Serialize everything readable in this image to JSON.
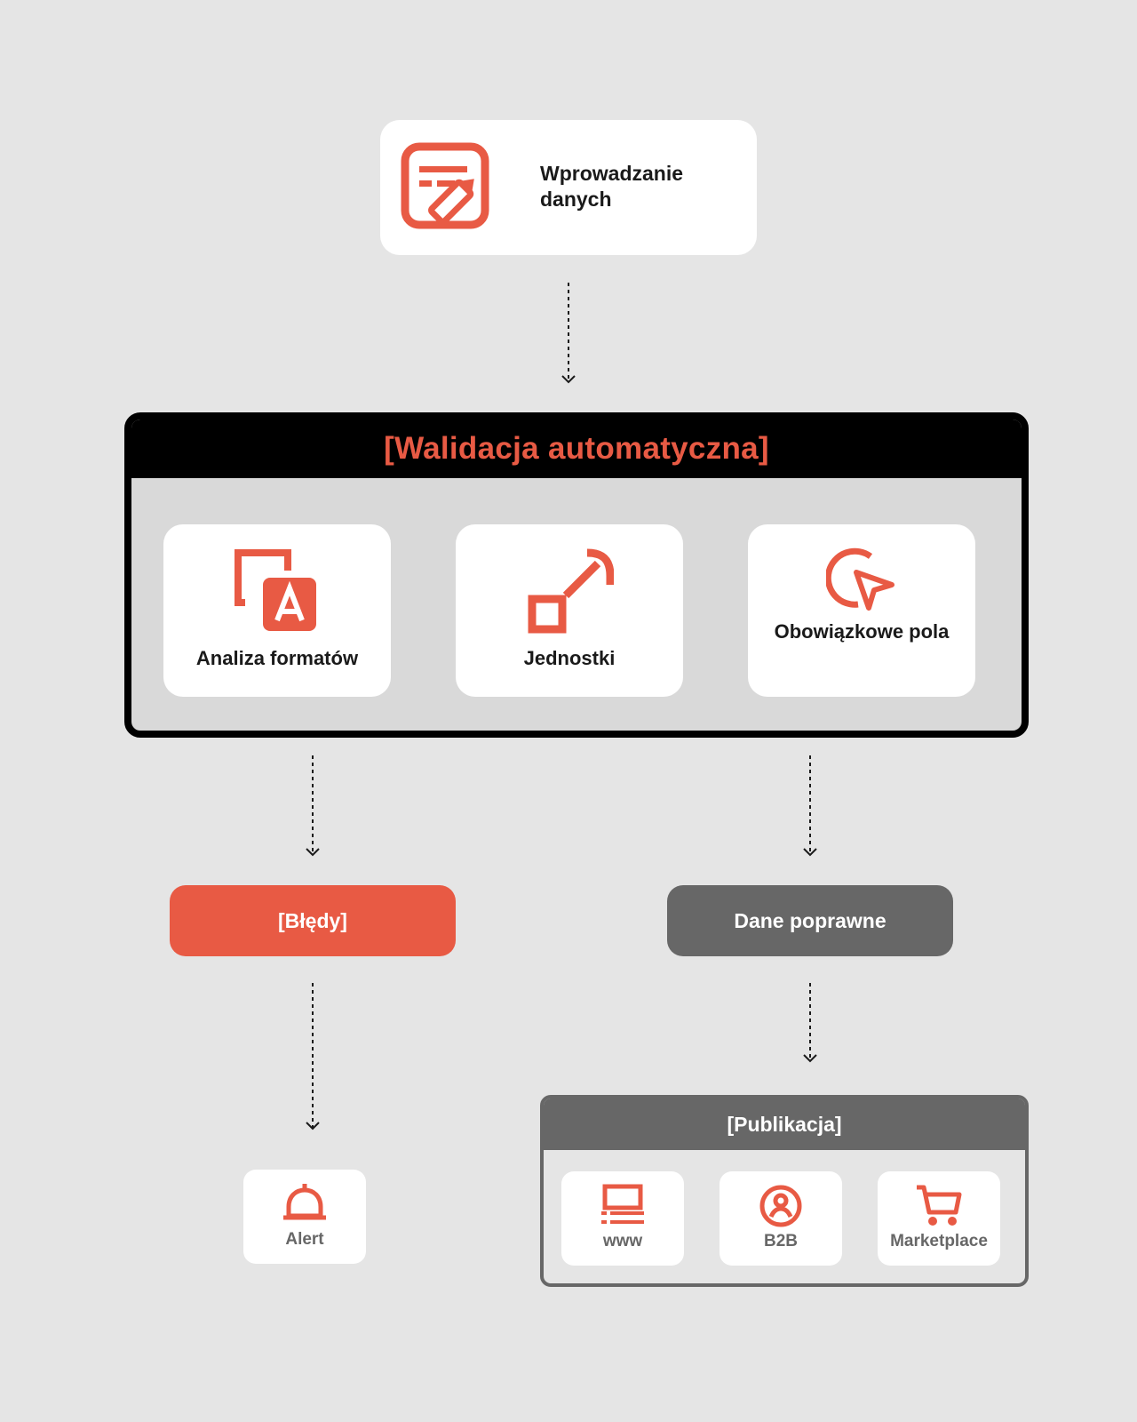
{
  "input": {
    "label": "Wprowadzanie danych",
    "icon": "data-entry-edit-icon"
  },
  "validation": {
    "title": "[Walidacja automatyczna]",
    "items": [
      {
        "label": "Analiza formatów",
        "icon": "format-analysis-icon"
      },
      {
        "label": "Jednostki",
        "icon": "units-resize-icon"
      },
      {
        "label": "Obowiązkowe pola",
        "icon": "required-fields-cursor-icon"
      }
    ]
  },
  "results": {
    "errors_label": "[Błędy]",
    "valid_label": "Dane poprawne"
  },
  "alert": {
    "label": "Alert",
    "icon": "bell-icon"
  },
  "publication": {
    "title": "[Publikacja]",
    "items": [
      {
        "label": "www",
        "icon": "website-icon"
      },
      {
        "label": "B2B",
        "icon": "b2b-user-icon"
      },
      {
        "label": "Marketplace",
        "icon": "cart-icon"
      }
    ]
  },
  "colors": {
    "accent": "#e85a44",
    "dark": "#000000",
    "gray": "#676767",
    "background": "#e5e5e5",
    "panel": "#d9d9d9"
  }
}
